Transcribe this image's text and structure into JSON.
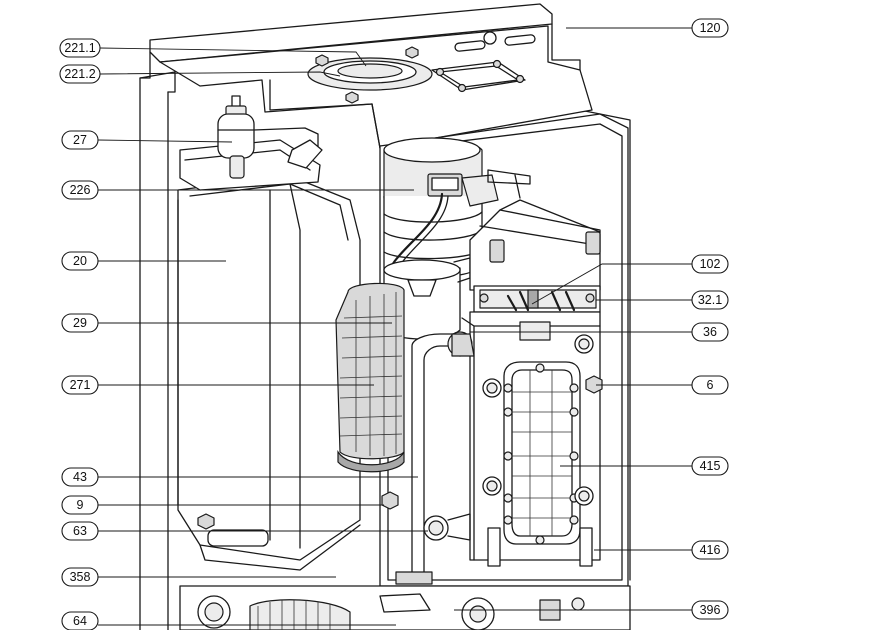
{
  "callouts_left": [
    {
      "label": "221.1",
      "name": "callout-221-1"
    },
    {
      "label": "221.2",
      "name": "callout-221-2"
    },
    {
      "label": "27",
      "name": "callout-27"
    },
    {
      "label": "226",
      "name": "callout-226"
    },
    {
      "label": "20",
      "name": "callout-20"
    },
    {
      "label": "29",
      "name": "callout-29"
    },
    {
      "label": "271",
      "name": "callout-271"
    },
    {
      "label": "43",
      "name": "callout-43"
    },
    {
      "label": "9",
      "name": "callout-9"
    },
    {
      "label": "63",
      "name": "callout-63"
    },
    {
      "label": "358",
      "name": "callout-358"
    },
    {
      "label": "64",
      "name": "callout-64"
    }
  ],
  "callouts_right": [
    {
      "label": "120",
      "name": "callout-120"
    },
    {
      "label": "102",
      "name": "callout-102"
    },
    {
      "label": "32.1",
      "name": "callout-32-1"
    },
    {
      "label": "36",
      "name": "callout-36"
    },
    {
      "label": "6",
      "name": "callout-6"
    },
    {
      "label": "415",
      "name": "callout-415"
    },
    {
      "label": "416",
      "name": "callout-416"
    },
    {
      "label": "396",
      "name": "callout-396"
    }
  ]
}
